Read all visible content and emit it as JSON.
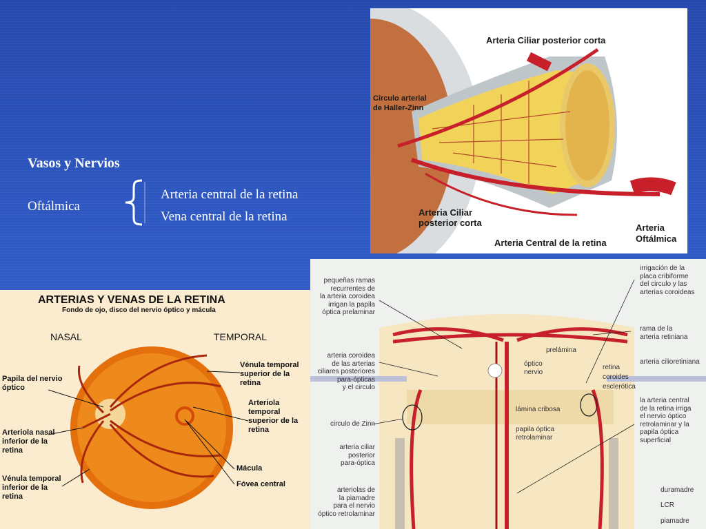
{
  "slide": {
    "heading": "Vasos y Nervios",
    "main_label": "Oftálmica",
    "items": [
      "Arteria central de la retina",
      "Vena central de la retina"
    ]
  },
  "figure1": {
    "labels": {
      "ciliar_corta_top": "Arteria Ciliar posterior corta",
      "circulo_1": "Circulo arterial",
      "circulo_2": "de Haller-Zinn",
      "ciliar_corta_bottom_1": "Arteria Ciliar",
      "ciliar_corta_bottom_2": "posterior corta",
      "central_retina": "Arteria Central de la retina",
      "oftalmica_1": "Arteria",
      "oftalmica_2": "Oftálmica"
    }
  },
  "figure2": {
    "title": "ARTERIAS Y VENAS DE LA RETINA",
    "subtitle": "Fondo de ojo, disco del nervio óptico y mácula",
    "nasal": "NASAL",
    "temporal": "TEMPORAL",
    "labels": {
      "papila": [
        "Papila del nervio",
        "óptico"
      ],
      "arteriola_nasal": [
        "Arteriola nasal",
        "inferior de la",
        "retina"
      ],
      "venula_temp_inf": [
        "Vénula temporal",
        "inferior de la",
        "retina"
      ],
      "venula_temp_sup": [
        "Vénula temporal",
        "superior de la",
        "retina"
      ],
      "arteriola_temp_sup": [
        "Arteriola",
        "temporal",
        "superior de la",
        "retina"
      ],
      "macula": "Mácula",
      "fovea": "Fóvea central"
    }
  },
  "figure3": {
    "left_labels": {
      "ramas": [
        "pequeñas ramas",
        "recurrentes de",
        "la arteria coroidea",
        "irrigan la papila",
        "óptica prelaminar"
      ],
      "coroidea": [
        "arteria coroidea",
        "de las arterias",
        "ciliares posteriores",
        "para-ópticas",
        "y el circulo"
      ],
      "zinn": "circulo de Zinn",
      "ciliar": [
        "arteria ciliar",
        "posterior",
        "para-óptica"
      ],
      "piamadre": [
        "arteriolas de",
        "la piamadre",
        "para el nervio",
        "óptico retrolaminar"
      ]
    },
    "right_labels": {
      "irrigacion": [
        "irrigación de la",
        "placa cribiforme",
        "del circulo y las",
        "arterias coroideas"
      ],
      "rama": [
        "rama de la",
        "arteria retiniana"
      ],
      "cilioretiniana": "arteria cilioretiniana",
      "central": [
        "la arteria central",
        "de la retina irriga",
        "el nervio óptico",
        "retrolaminar y la",
        "papila óptica",
        "superficial"
      ],
      "duramadre": "duramadre",
      "lcr": "LCR",
      "piamadre": "piamadre"
    },
    "inner_labels": {
      "prelamina": "prelámina",
      "optico_nervio": [
        "óptico",
        "nervio"
      ],
      "retina": "retina",
      "coroides": "coroides",
      "esclerotica": "esclerótica",
      "lamina": "lámina cribosa",
      "papila_retro": [
        "papila óptica",
        "retrolaminar"
      ]
    }
  },
  "colors": {
    "artery": "#c8202a",
    "vein": "#a0141c",
    "background": "#2f59c4"
  }
}
